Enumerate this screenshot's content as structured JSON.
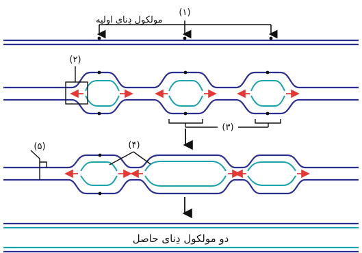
{
  "colors": {
    "parent_strand": "#2b2f8f",
    "new_strand": "#1aa3ad",
    "fork_arrow": "#e53935",
    "bracket": "#111111"
  },
  "labels": {
    "original_molecule": "مولکول دِنای اولیه",
    "two_molecules": "دو مولکول دِنای حاصل",
    "n1": "(۱)",
    "n2": "(۲)",
    "n3": "(۳)",
    "n4": "(۴)",
    "n5": "(۵)"
  },
  "icons": {
    "arrow": "down-arrow-icon",
    "fork_arrow": "red-double-arrow-icon"
  }
}
